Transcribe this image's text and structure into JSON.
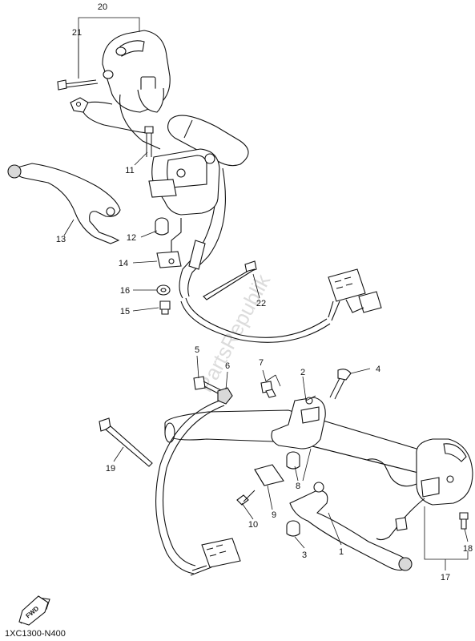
{
  "watermark": "PartsRepublik",
  "diagram_code": "1XC1300-N400",
  "fwd_label": "FWD",
  "callouts": {
    "c1": "1",
    "c2": "2",
    "c3": "3",
    "c4": "4",
    "c5": "5",
    "c6": "6",
    "c7": "7",
    "c8": "8",
    "c9": "9",
    "c10": "10",
    "c11": "11",
    "c12": "12",
    "c13": "13",
    "c14": "14",
    "c15": "15",
    "c16": "16",
    "c17": "17",
    "c18": "18",
    "c19": "19",
    "c20": "20",
    "c21": "21",
    "c22": "22"
  }
}
